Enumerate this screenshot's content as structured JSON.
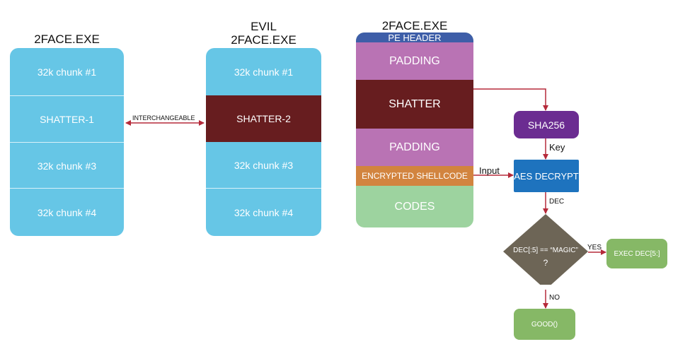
{
  "columns": {
    "left": {
      "title": "2FACE.EXE",
      "cells": [
        "32k chunk #1",
        "SHATTER-1",
        "32k chunk #3",
        "32k chunk #4"
      ]
    },
    "middle": {
      "title_line1": "EVIL",
      "title_line2": "2FACE.EXE",
      "cells": [
        "32k chunk #1",
        "SHATTER-2",
        "32k chunk #3",
        "32k chunk #4"
      ]
    },
    "right": {
      "title": "2FACE.EXE",
      "sections": {
        "pe_header": "PE HEADER",
        "padding_top": "PADDING",
        "shatter": "SHATTER",
        "padding_bottom": "PADDING",
        "encrypted_shellcode": "ENCRYPTED SHELLCODE",
        "codes": "CODES"
      }
    }
  },
  "labels": {
    "interchangeable": "INTERCHANGEABLE",
    "key": "Key",
    "input": "Input",
    "dec": "DEC",
    "yes": "YES",
    "no": "NO"
  },
  "flow": {
    "sha256": "SHA256",
    "aes_decrypt": "AES DECRYPT",
    "decision_line1": "DEC[:5] == “MAGIC”",
    "decision_line2": "?",
    "exec": "EXEC DEC[5:]",
    "good": "GOOD()"
  },
  "colors": {
    "light_blue": "#66c6e6",
    "dark_red": "#671d1f",
    "purple_pink": "#b973b4",
    "pe_header_blue": "#3e5ea8",
    "orange": "#d2843f",
    "light_green": "#9dd39f",
    "sha_purple": "#6b2c91",
    "aes_blue": "#1e73be",
    "decision_brown": "#6d6556",
    "green_box": "#86b866",
    "arrow_red": "#b52a3a"
  }
}
